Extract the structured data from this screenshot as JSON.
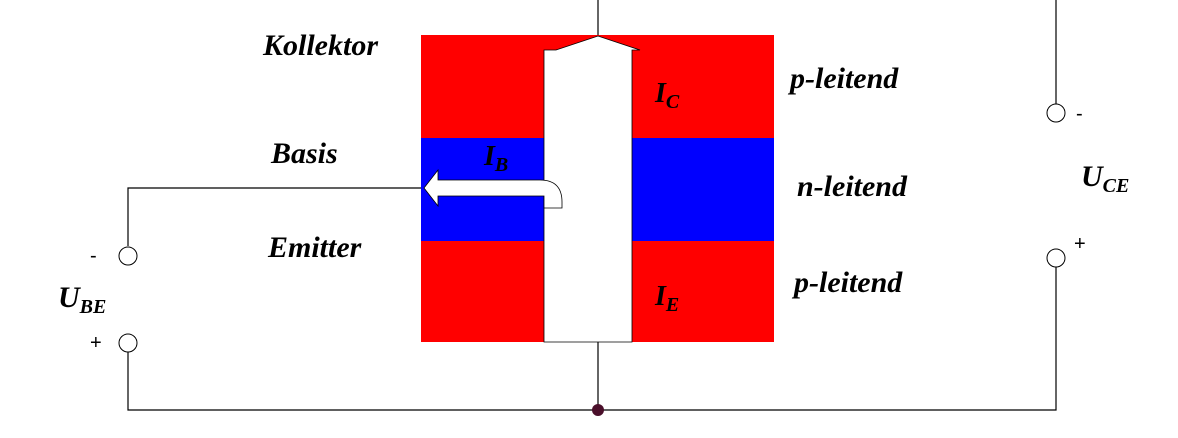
{
  "labels": {
    "collector": "Kollektor",
    "base": "Basis",
    "emitter": "Emitter",
    "p_top": "p-leitend",
    "n_mid": "n-leitend",
    "p_bottom": "p-leitend"
  },
  "currents": {
    "ic": {
      "main": "I",
      "sub": "C"
    },
    "ib": {
      "main": "I",
      "sub": "B"
    },
    "ie": {
      "main": "I",
      "sub": "E"
    }
  },
  "voltages": {
    "ube": {
      "main": "U",
      "sub": "BE"
    },
    "uce": {
      "main": "U",
      "sub": "CE"
    }
  },
  "polarity": {
    "ube_minus": "-",
    "ube_plus": "+",
    "uce_minus": "-",
    "uce_plus": "+"
  },
  "colors": {
    "p_region": "#ff0000",
    "n_region": "#0000ff",
    "current_arrow": "#ffffff",
    "junction_dot": "#4a0f2a"
  }
}
